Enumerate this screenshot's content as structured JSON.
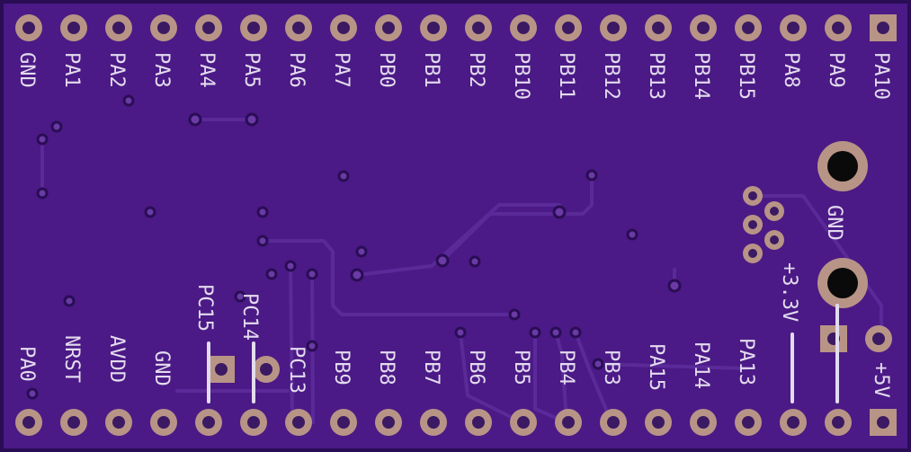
{
  "colors": {
    "board": "#4b1a86",
    "board_edge": "#2a0d55",
    "trace": "#5a2a99",
    "pad_ring": "#b89486",
    "pad_hole": "#3b1a63",
    "silk": "#e3dbee"
  },
  "top_pins": [
    "GND",
    "PA1",
    "PA2",
    "PA3",
    "PA4",
    "PA5",
    "PA6",
    "PA7",
    "PB0",
    "PB1",
    "PB2",
    "PB10",
    "PB11",
    "PB12",
    "PB13",
    "PB14",
    "PB15",
    "PA8",
    "PA9",
    "PA10"
  ],
  "bottom_pins": [
    "PA0",
    "NRST",
    "AVDD",
    "GND",
    "",
    "",
    "PC13",
    "PB9",
    "PB8",
    "PB7",
    "PB6",
    "PB5",
    "PB4",
    "PB3",
    "PA15",
    "PA14",
    "PA13",
    "",
    "",
    "+5V"
  ],
  "inner_labels": {
    "pc15": "PC15",
    "pc14": "PC14",
    "gnd_right": "GND",
    "v33": "+3.3V"
  }
}
